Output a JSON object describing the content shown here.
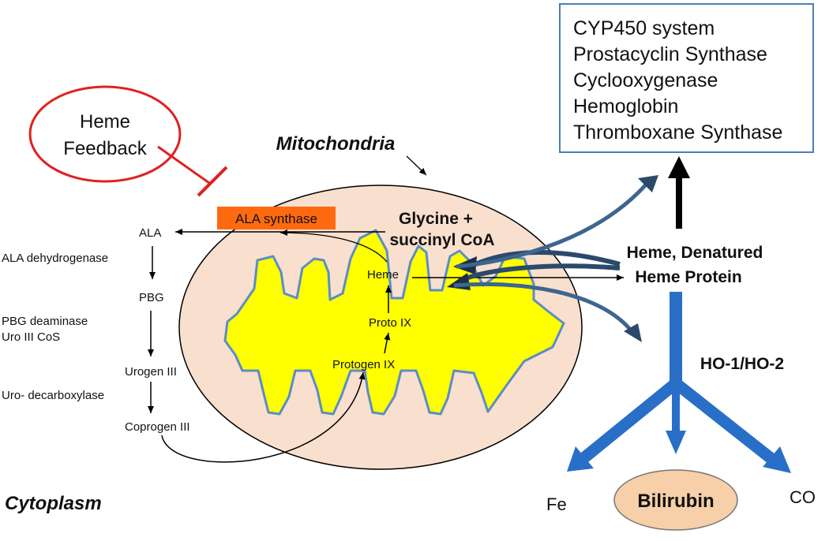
{
  "colors": {
    "mito_fill": "#f9dfce",
    "matrix_fill": "#ffff00",
    "matrix_stroke": "#5b8ec4",
    "feedback_red": "#e02020",
    "enzyme_box_fill": "#ff6a10",
    "blue_arrow": "#2a6fc7",
    "bilirubin_fill": "#f7cfa8",
    "box_border": "#4a7fb5"
  },
  "feedback": {
    "line1": "Heme",
    "line2": "Feedback"
  },
  "mitochondria_label": "Mitochondria",
  "cytoplasm_label": "Cytoplasm",
  "ala_synthase": "ALA synthase",
  "glycine": {
    "line1": "Glycine +",
    "line2": "succinyl CoA"
  },
  "mito_intermediates": {
    "heme": "Heme",
    "proto": "Proto IX",
    "protogen": "Protogen IX"
  },
  "cyto_pathway": {
    "ala": "ALA",
    "ala_enzyme": "ALA dehydrogenase",
    "pbg": "PBG",
    "pbg_enzyme1": "PBG deaminase",
    "pbg_enzyme2": "Uro III CoS",
    "urogen": "Urogen III",
    "uro_enzyme": "Uro- decarboxylase",
    "coprogen": "Coprogen III"
  },
  "heme_proteins": [
    "CYP450 system",
    "Prostacyclin Synthase",
    "Cyclooxygenase",
    "Hemoglobin",
    "Thromboxane Synthase"
  ],
  "heme_denatured": {
    "line1": "Heme, Denatured",
    "line2": "Heme Protein"
  },
  "ho_label": "HO-1/HO-2",
  "products": {
    "fe": "Fe",
    "bilirubin": "Bilirubin",
    "co": "CO"
  }
}
